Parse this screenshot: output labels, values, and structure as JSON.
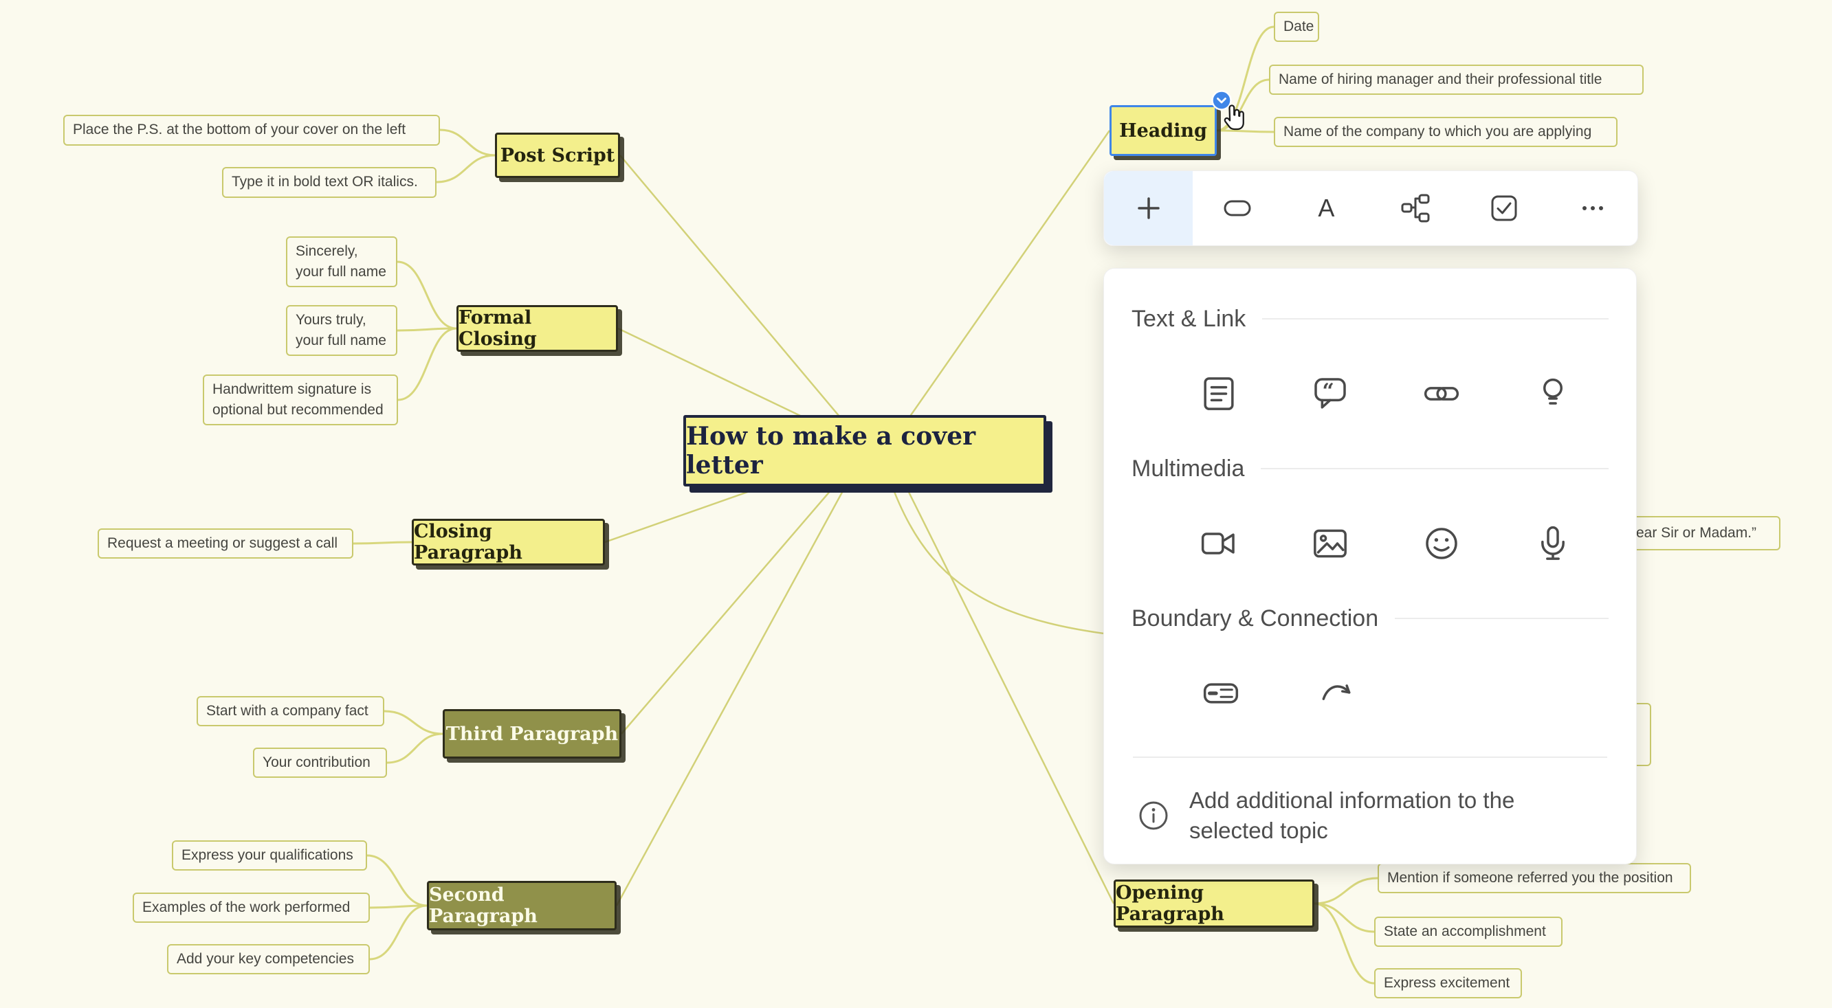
{
  "map": {
    "central": {
      "label": "How to make a cover letter"
    },
    "branches": [
      {
        "label": "Post Script",
        "children": [
          "Place the P.S. at the bottom of your cover on the left",
          "Type it in bold text OR italics."
        ]
      },
      {
        "label": "Formal Closing",
        "children": [
          "Sincerely,\nyour full name",
          "Yours truly,\nyour full name",
          "Handwrittem signature is\noptional but recommended"
        ]
      },
      {
        "label": "Closing Paragraph",
        "children": [
          "Request a meeting or suggest a call"
        ]
      },
      {
        "label": "Third Paragraph",
        "children": [
          "Start with a company fact",
          "Your contribution"
        ]
      },
      {
        "label": "Second Paragraph",
        "children": [
          "Express your qualifications",
          "Examples of the work performed",
          "Add your key competencies"
        ]
      },
      {
        "label": "Heading",
        "children": [
          "Date",
          "Name of hiring manager and their professional title",
          "Name of the company to which you are applying"
        ]
      },
      {
        "label": "Opening Paragraph",
        "children": [
          "Mention if someone referred you the position",
          "State an accomplishment",
          "Express excitement"
        ]
      }
    ],
    "clipped": {
      "greeting_child": "ear Sir or Madam.”"
    }
  },
  "popup": {
    "toolbar": {
      "icons": [
        "add",
        "topic-shape",
        "text",
        "structure",
        "task",
        "more"
      ],
      "text_glyph": "A"
    },
    "panel": {
      "sections": [
        {
          "title": "Text & Link",
          "icons": [
            "notes",
            "comment",
            "link",
            "idea"
          ]
        },
        {
          "title": "Multimedia",
          "icons": [
            "video",
            "image",
            "sticker",
            "audio"
          ]
        },
        {
          "title": "Boundary & Connection",
          "icons": [
            "boundary",
            "relationship"
          ]
        }
      ],
      "comment_glyph": "“",
      "footer": "Add additional information to the selected topic"
    }
  },
  "colors": {
    "background": "#fbfaee",
    "branch_line": "#d8d77d",
    "topic_yellow": "#f3ef8c",
    "topic_olive": "#90914a",
    "topic_border": "#2e2d1c",
    "child_border": "#c9c96d",
    "selection_blue": "#3f86e8"
  }
}
